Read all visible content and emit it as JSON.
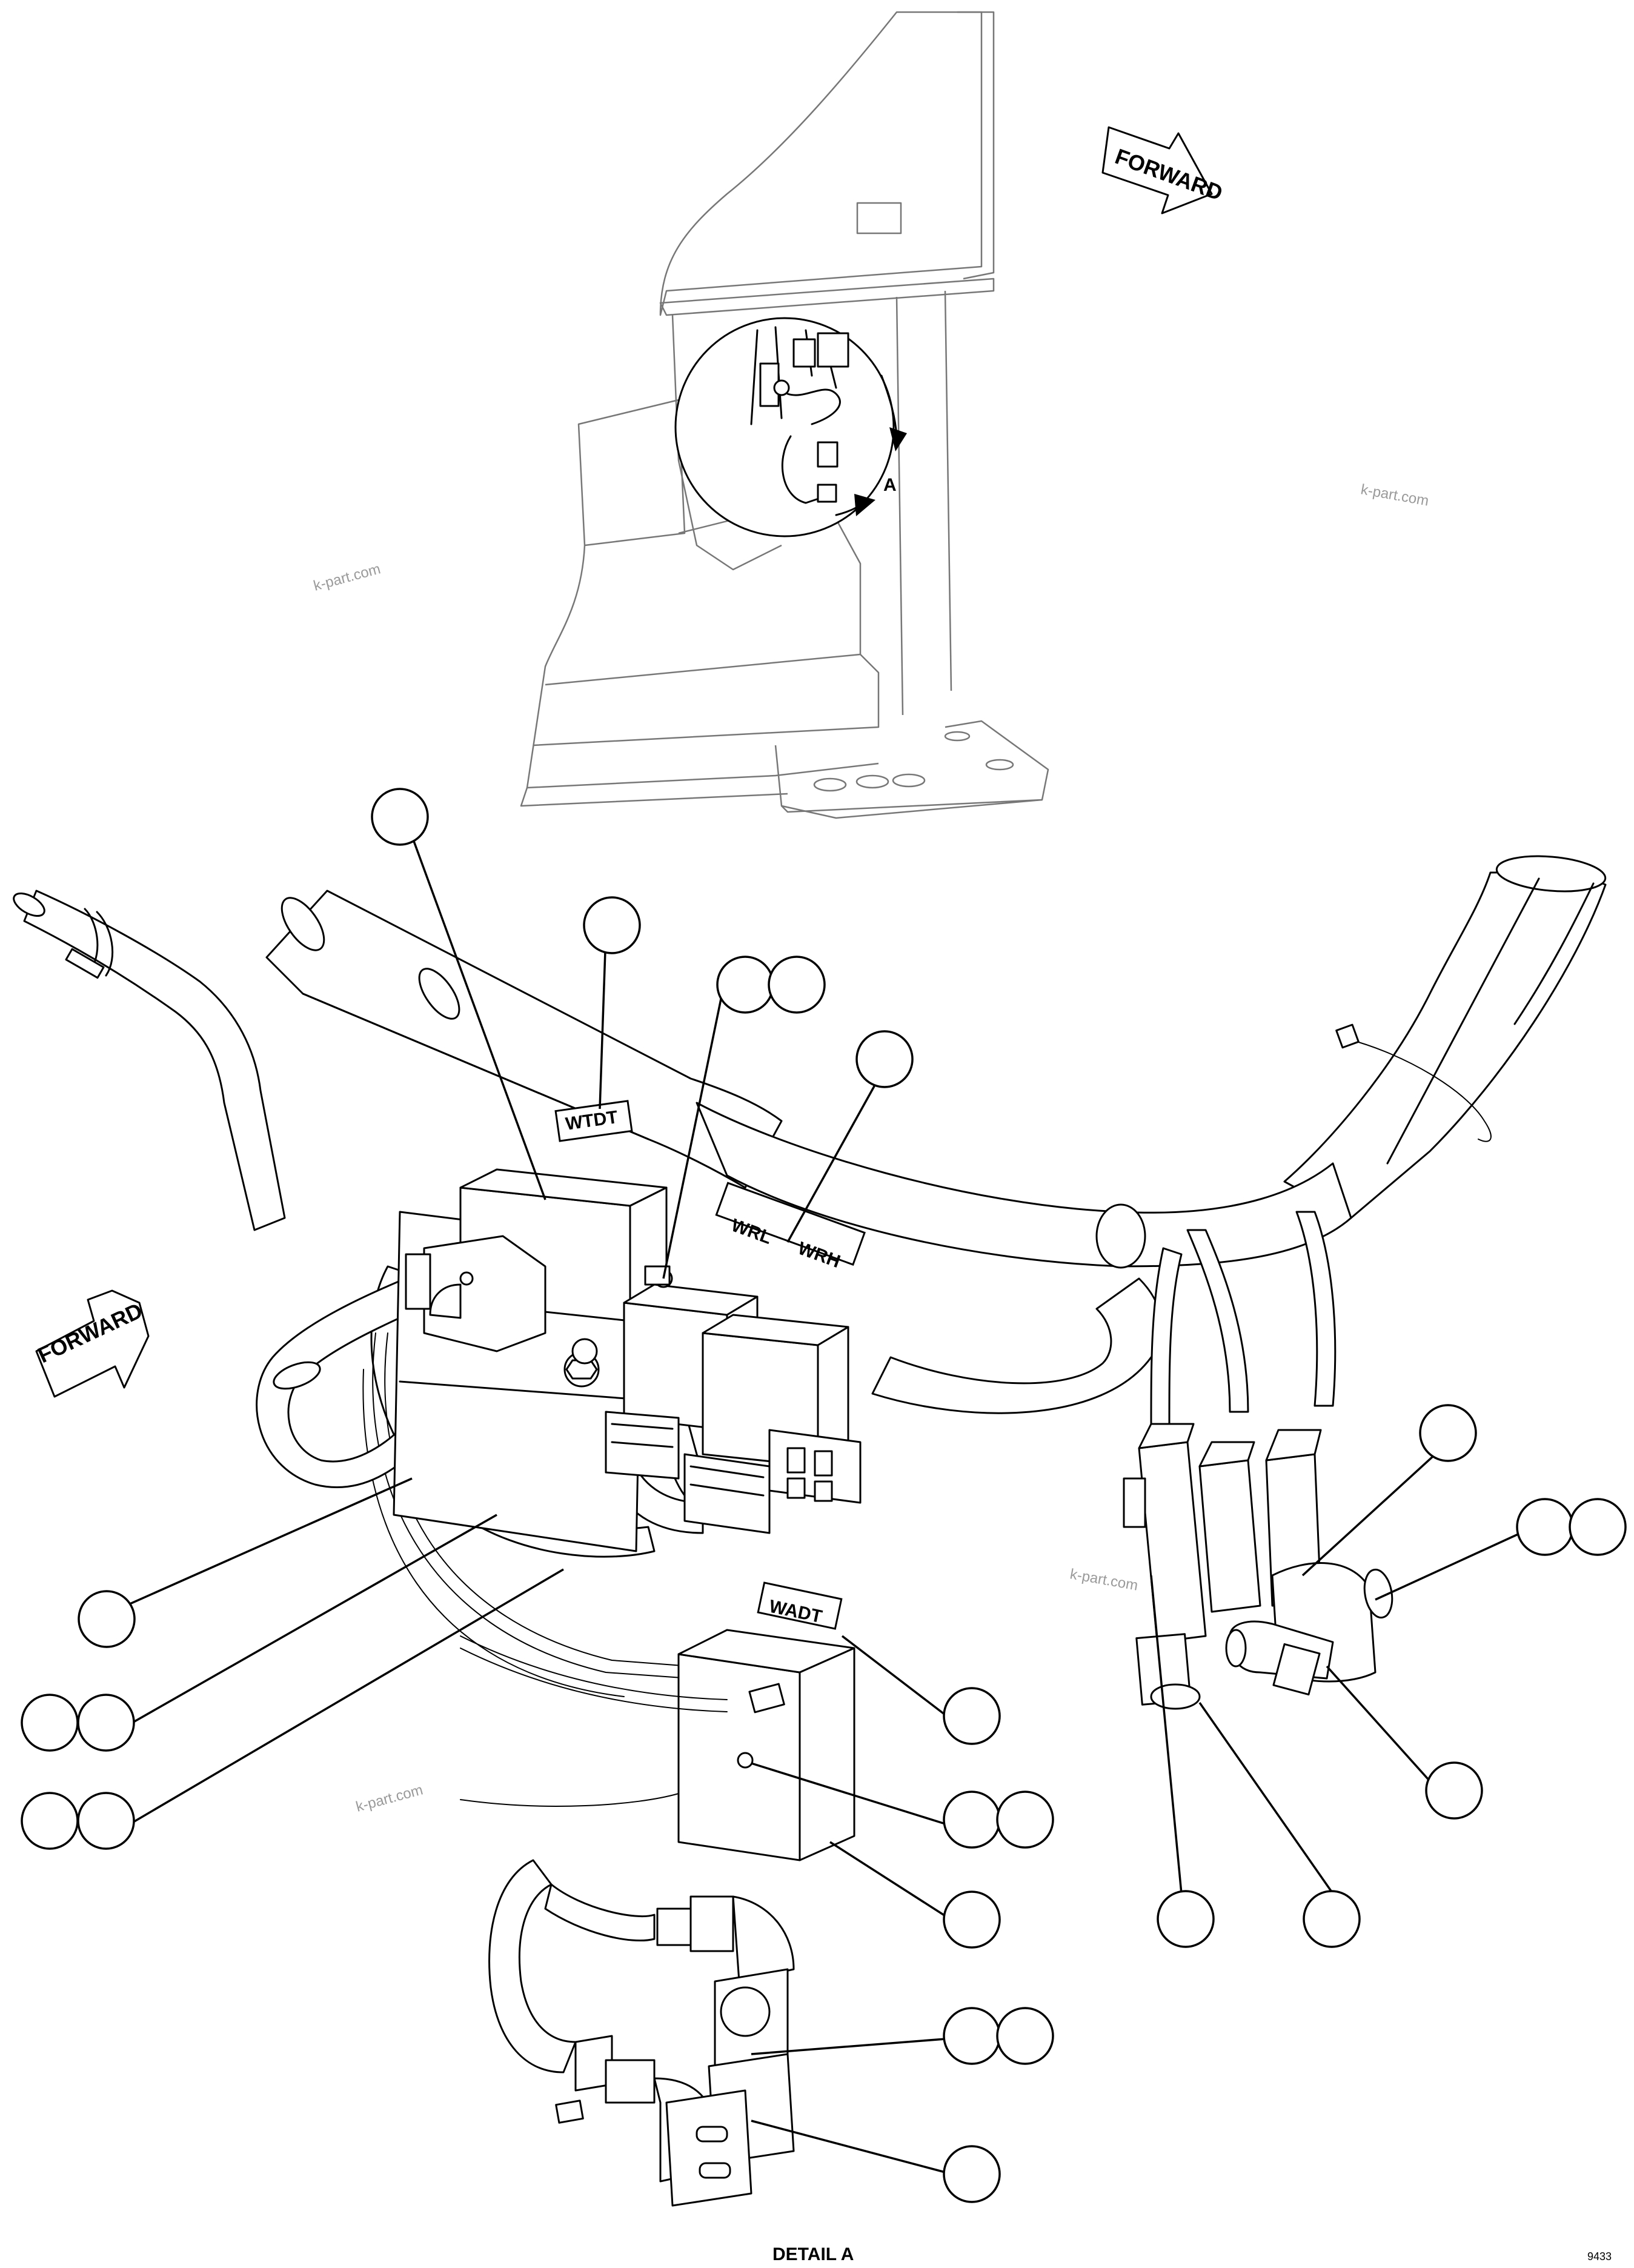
{
  "labels": {
    "forward_top": "FORWARD",
    "forward_left": "FORWARD",
    "detail_marker": "A",
    "detail_caption": "DETAIL A",
    "figure_id": "9433",
    "tag_wtdt": "WTDT",
    "tag_wrl": "WRL",
    "tag_wrh": "WRH",
    "tag_wadt": "WADT"
  },
  "watermarks": [
    "k-part.com",
    "k-part.com",
    "k-part.com",
    "k-part.com"
  ],
  "callouts_empty": true,
  "colors": {
    "line": "#000000",
    "context_line": "#777777",
    "watermark": "#9a9a9a",
    "background": "#ffffff"
  }
}
